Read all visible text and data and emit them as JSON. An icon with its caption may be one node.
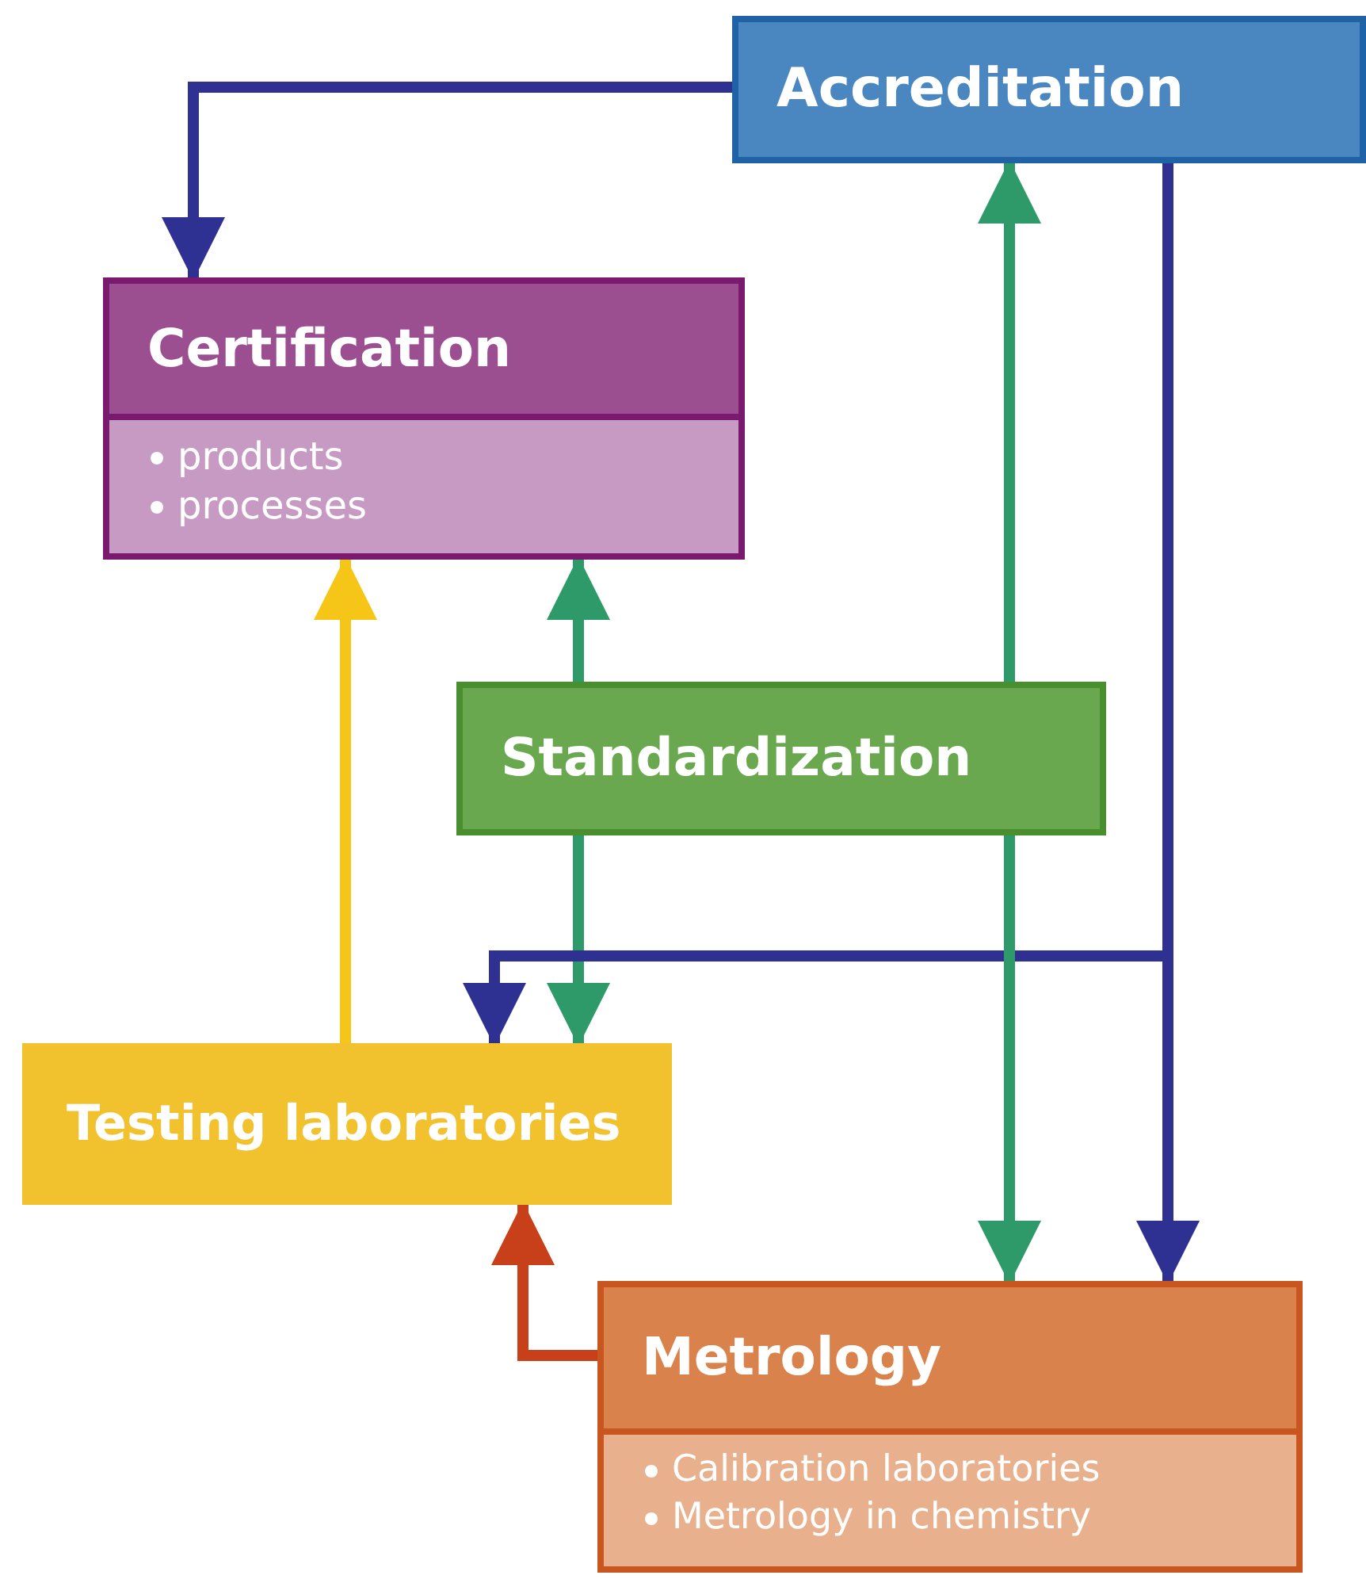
{
  "diagram": {
    "nodes": [
      {
        "text": [
          "Accreditation"
        ]
      },
      {
        "text": [
          "Certification",
          "products",
          "processes"
        ]
      },
      {
        "text": [
          "Standardization"
        ]
      },
      {
        "text": [
          "Testing laboratories"
        ]
      },
      {
        "text": [
          "Metrology",
          "Calibration laboratories",
          "Metrology in chemistry"
        ]
      }
    ],
    "edges": [
      {
        "from": 0,
        "to": 1,
        "arrow": "to",
        "color": "#2e3192"
      },
      {
        "from": 2,
        "to": 0,
        "arrow": "to"
      },
      {
        "from": 2,
        "to": 1,
        "arrow": "to"
      },
      {
        "from": 3,
        "to": 1,
        "arrow": "to",
        "color": "#f5c518"
      },
      {
        "from": 2,
        "to": 3,
        "arrow": "to"
      },
      {
        "from": 0,
        "to": 3,
        "arrow": "to",
        "color": "#2e3192"
      },
      {
        "from": 0,
        "to": 4,
        "arrow": "to",
        "color": "#2e3192"
      },
      {
        "from": 2,
        "to": 4,
        "arrow": "to"
      },
      {
        "from": 4,
        "to": 3,
        "arrow": "to",
        "color": "#c8401a"
      }
    ]
  }
}
